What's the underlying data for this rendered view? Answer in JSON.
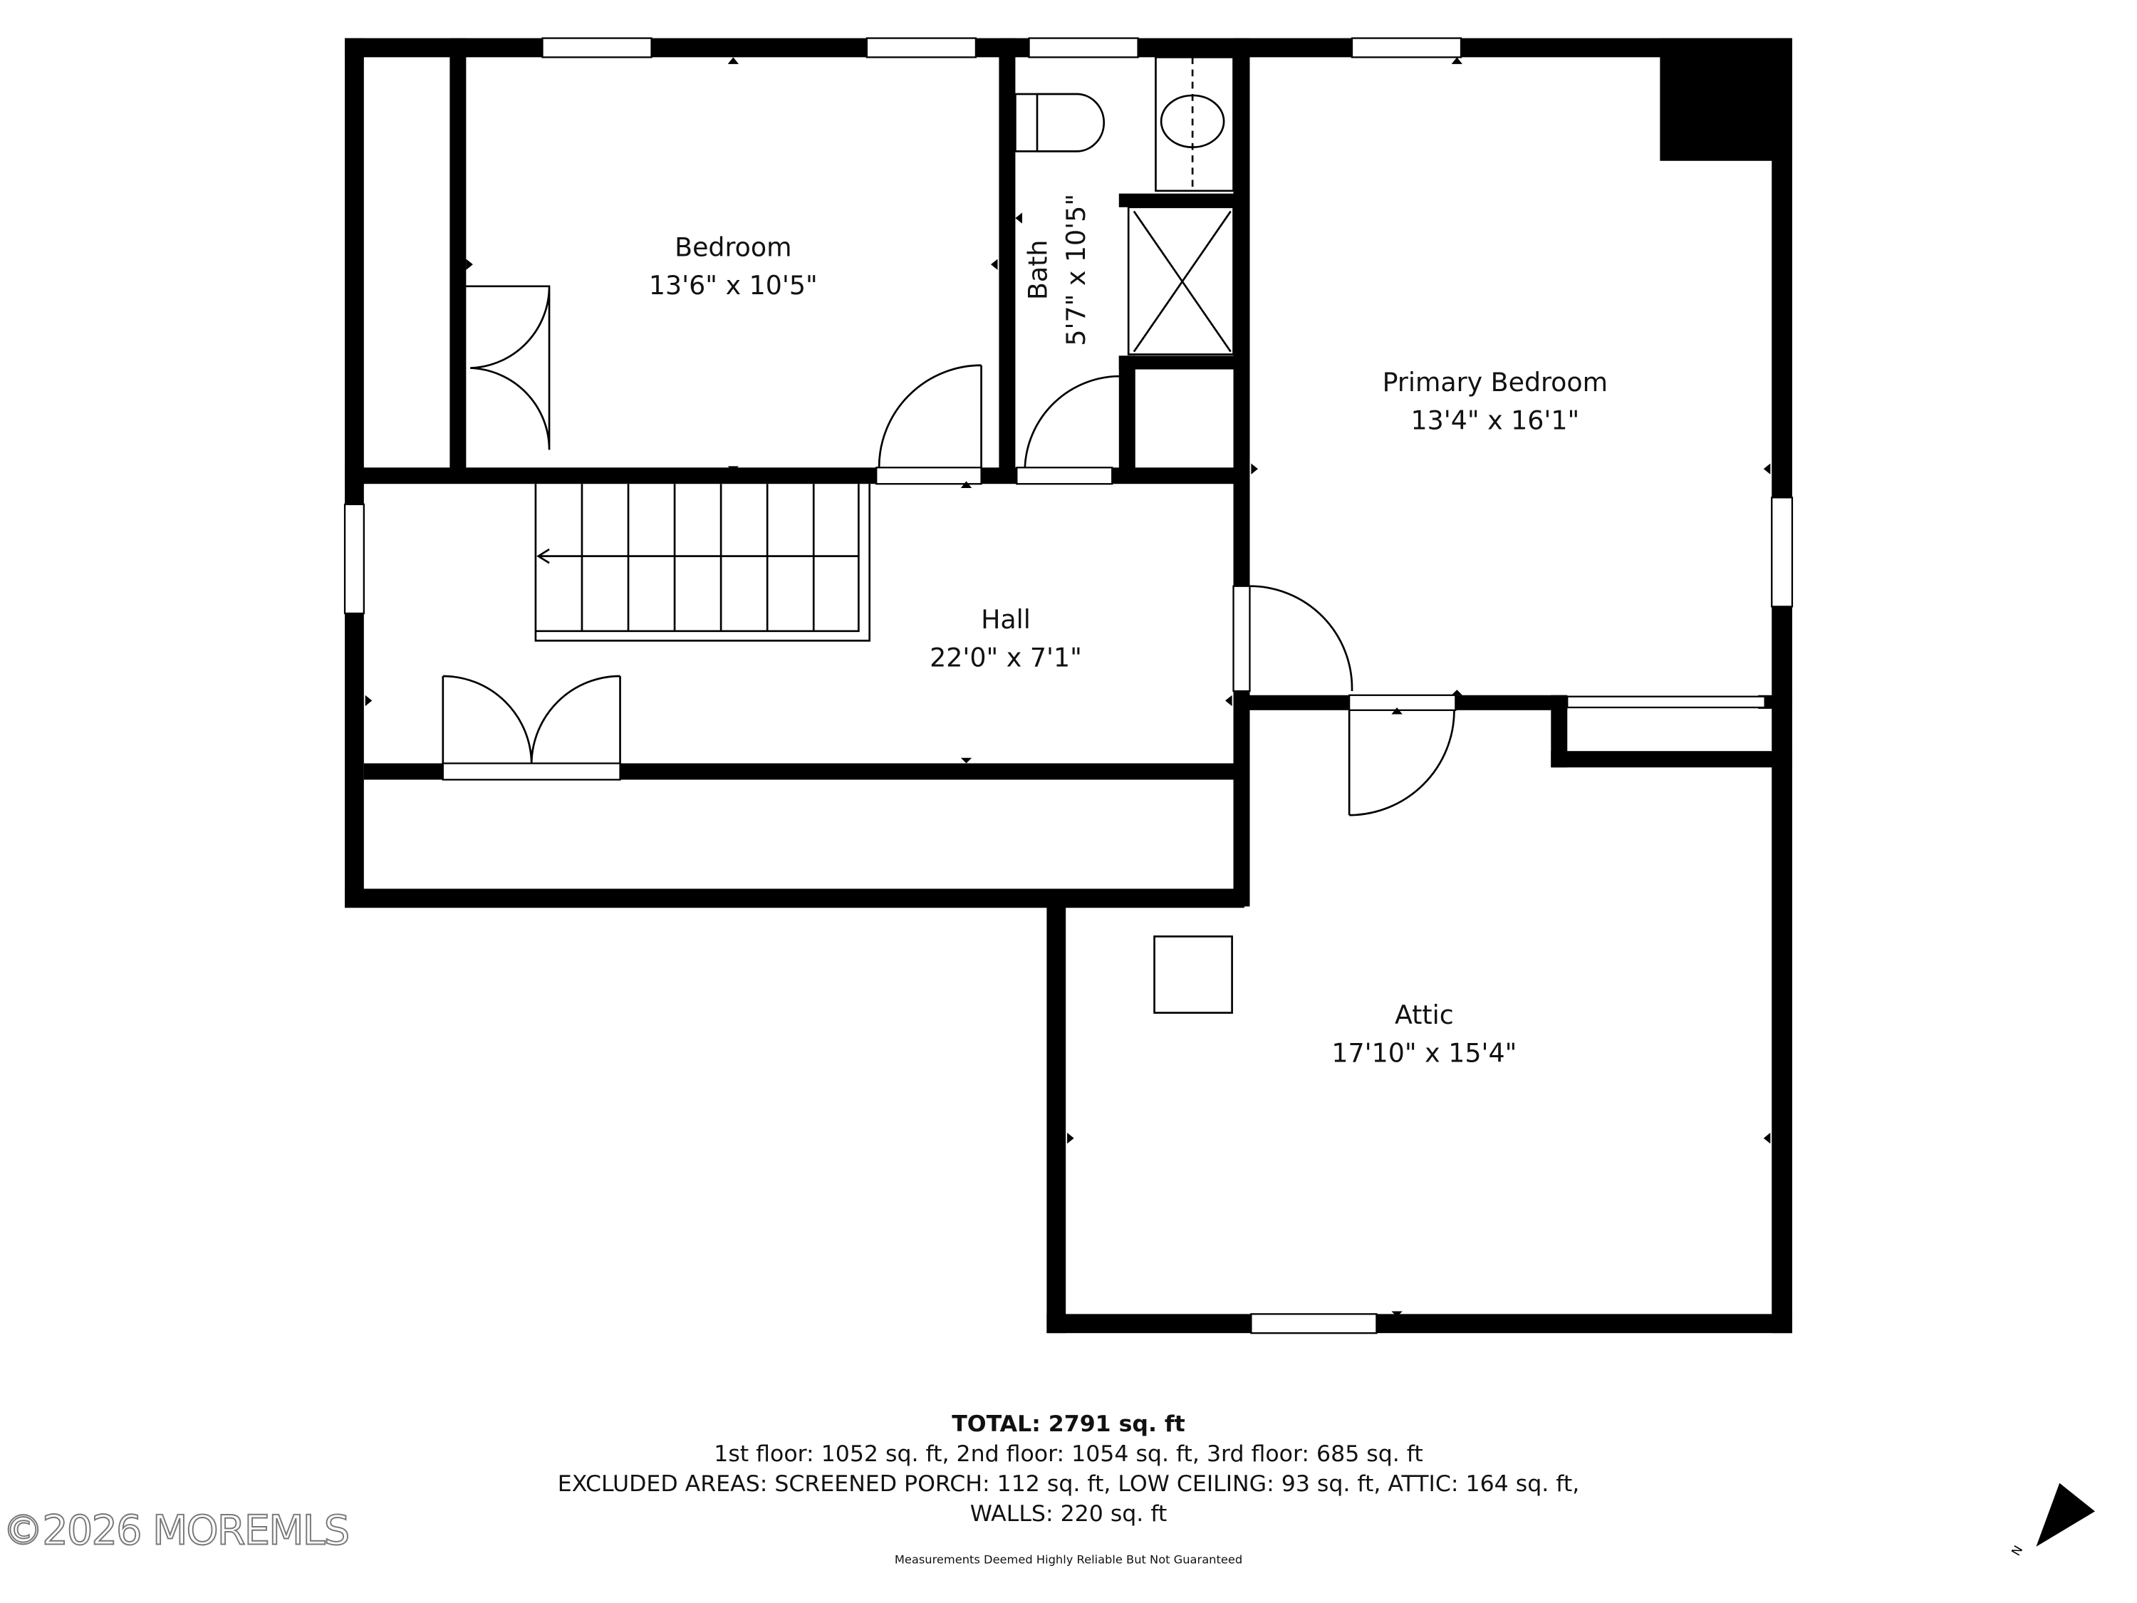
{
  "rooms": {
    "bedroom": {
      "name": "Bedroom",
      "dims": "13'6\" x 10'5\""
    },
    "bath": {
      "name": "Bath",
      "dims": "5'7\" x 10'5\""
    },
    "primary_bedroom": {
      "name": "Primary Bedroom",
      "dims": "13'4\" x 16'1\""
    },
    "hall": {
      "name": "Hall",
      "dims": "22'0\" x 7'1\""
    },
    "attic": {
      "name": "Attic",
      "dims": "17'10\" x 15'4\""
    }
  },
  "footer": {
    "total": "TOTAL: 2791 sq. ft",
    "floors": "1st floor: 1052 sq. ft, 2nd floor: 1054 sq. ft, 3rd floor: 685 sq. ft",
    "excluded": "EXCLUDED AREAS: SCREENED PORCH: 112 sq. ft, LOW CEILING: 93 sq. ft, ATTIC: 164 sq. ft,",
    "walls": "WALLS: 220 sq. ft",
    "disclaimer": "Measurements Deemed Highly Reliable But Not Guaranteed"
  },
  "watermark": "©2026 MOREMLS",
  "compass": {
    "label": "N",
    "icon": "north-arrow-icon"
  }
}
